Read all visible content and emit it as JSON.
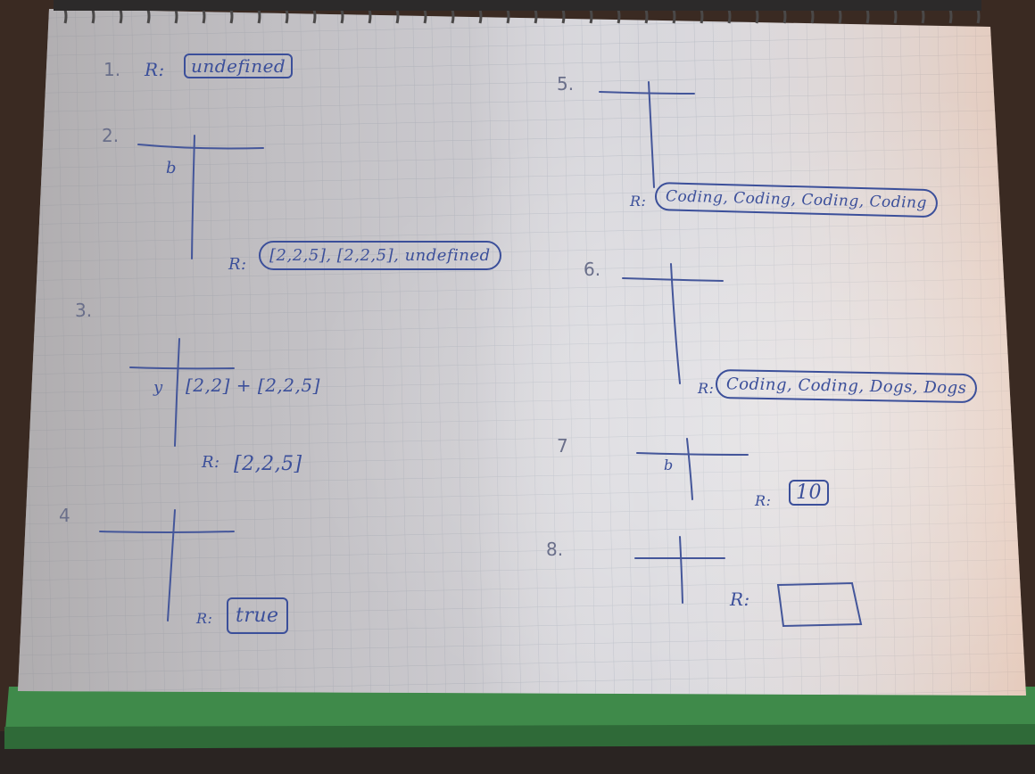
{
  "notes": {
    "q1": {
      "number": "1.",
      "prefix": "R:",
      "answer": "undefined"
    },
    "q2": {
      "number": "2.",
      "var": "b",
      "prefix": "R:",
      "answer": "[2,2,5], [2,2,5], undefined"
    },
    "q3": {
      "number": "3.",
      "var": "y",
      "expr": "[2,2] + [2,2,5]",
      "prefix": "R:",
      "answer": "[2,2,5]"
    },
    "q4": {
      "number": "4",
      "prefix": "R:",
      "answer": "true"
    },
    "q5": {
      "number": "5.",
      "prefix": "R:",
      "answer": "Coding, Coding, Coding, Coding"
    },
    "q6": {
      "number": "6.",
      "prefix": "R:",
      "answer": "Coding, Coding, Dogs, Dogs"
    },
    "q7": {
      "number": "7",
      "var": "b",
      "prefix": "R:",
      "answer": "10"
    },
    "q8": {
      "number": "8.",
      "prefix": "R:",
      "answer": ""
    }
  }
}
